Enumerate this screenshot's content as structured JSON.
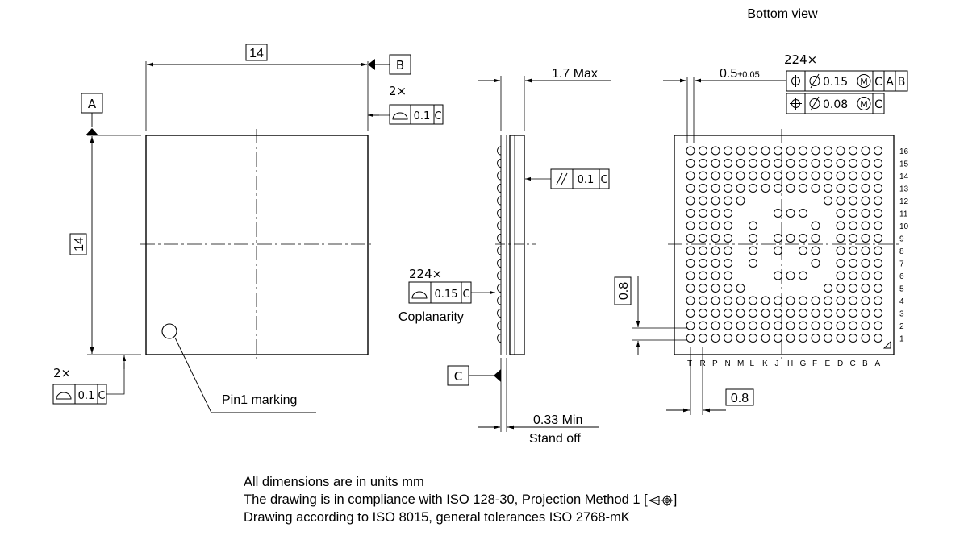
{
  "view_title": "Bottom view",
  "top_view": {
    "width_dim": "14",
    "height_dim": "14",
    "datum_a": "A",
    "datum_b": "B",
    "flatness_count_top": "2×",
    "flatness_value_top": "0.1",
    "flatness_datum_top": "C",
    "flatness_count_bottom": "2×",
    "flatness_value_bottom": "0.1",
    "flatness_datum_bottom": "C",
    "pin1_label": "Pin1 marking"
  },
  "side_view": {
    "height_label": "1.7 Max",
    "parallelism_value": "0.1",
    "parallelism_datum": "C",
    "coplanarity_count": "224×",
    "coplanarity_value": "0.15",
    "coplanarity_datum": "C",
    "coplanarity_label": "Coplanarity",
    "datum_c": "C",
    "standoff_value": "0.33 Min",
    "standoff_label": "Stand off"
  },
  "bottom_view": {
    "ball_dia_main": "0.5",
    "ball_dia_tol": "±0.05",
    "position_count": "224×",
    "pos1_value": "0.15",
    "pos1_modifier": "M",
    "pos1_datums": [
      "C",
      "A",
      "B"
    ],
    "pos2_value": "0.08",
    "pos2_modifier": "M",
    "pos2_datums": [
      "C"
    ],
    "pitch_vertical": "0.8",
    "pitch_horizontal": "0.8",
    "row_labels": [
      "16",
      "15",
      "14",
      "13",
      "12",
      "11",
      "10",
      "9",
      "8",
      "7",
      "6",
      "5",
      "4",
      "3",
      "2",
      "1"
    ],
    "col_labels": [
      "T",
      "R",
      "P",
      "N",
      "M",
      "L",
      "K",
      "J",
      "H",
      "G",
      "F",
      "E",
      "D",
      "C",
      "B",
      "A"
    ],
    "ball_map": [
      "1111111111111111",
      "1111111111111111",
      "1111111111111111",
      "1111111111111111",
      "1111100000011111",
      "1111000111001111",
      "1111010000101111",
      "1111010111101111",
      "1111010101101111",
      "1111010000101111",
      "1111000111001111",
      "1111100000011111",
      "1111111111111111",
      "1111111111111111",
      "1111111111111111",
      "1111111111111111"
    ]
  },
  "notes": [
    "All dimensions are in units mm",
    "The drawing is in compliance with ISO 128-30, Projection Method 1 [",
    "]",
    "Drawing according to ISO 8015, general tolerances ISO 2768-mK"
  ]
}
